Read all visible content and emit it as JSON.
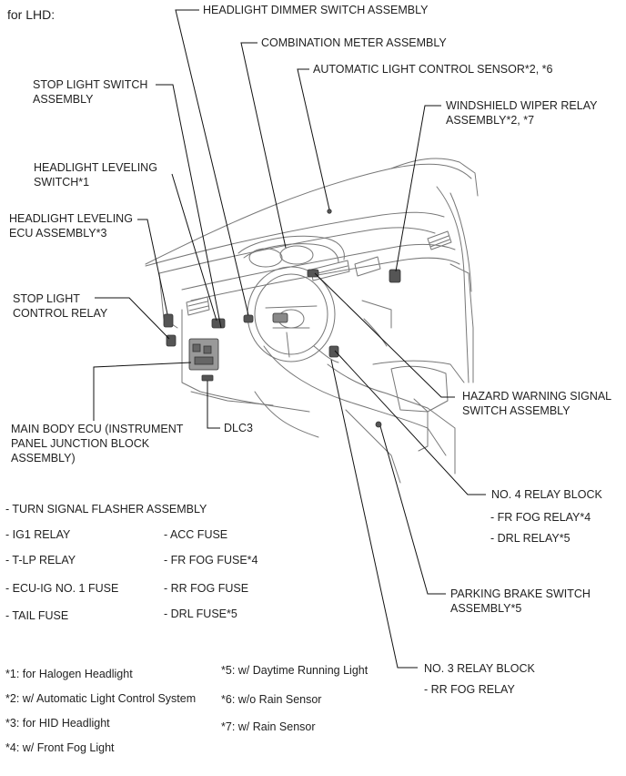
{
  "header": "for LHD:",
  "labels": {
    "headlight_dimmer": "HEADLIGHT DIMMER SWITCH ASSEMBLY",
    "combination_meter": "COMBINATION METER ASSEMBLY",
    "auto_light_sensor": "AUTOMATIC LIGHT CONTROL SENSOR*2, *6",
    "stop_light_switch": "STOP LIGHT SWITCH\nASSEMBLY",
    "windshield_wiper_relay": "WINDSHIELD WIPER RELAY\nASSEMBLY*2, *7",
    "headlight_leveling_switch": "HEADLIGHT LEVELING\nSWITCH*1",
    "headlight_leveling_ecu": "HEADLIGHT LEVELING\nECU ASSEMBLY*3",
    "stop_light_control_relay": "STOP LIGHT\nCONTROL RELAY",
    "hazard_warning": "HAZARD WARNING SIGNAL\nSWITCH ASSEMBLY",
    "main_body_ecu": "MAIN BODY ECU (INSTRUMENT\nPANEL JUNCTION BLOCK\nASSEMBLY)",
    "dlc3": "DLC3",
    "no4_relay_block": "NO. 4 RELAY BLOCK",
    "fr_fog_relay": "- FR FOG RELAY*4",
    "drl_relay": "- DRL RELAY*5",
    "parking_brake": "PARKING BRAKE SWITCH\nASSEMBLY*5",
    "no3_relay_block": "NO. 3 RELAY BLOCK",
    "rr_fog_relay": "- RR FOG RELAY"
  },
  "components_list": {
    "turn_signal": "- TURN SIGNAL FLASHER ASSEMBLY",
    "ig1_relay": "- IG1 RELAY",
    "tlp_relay": "- T-LP RELAY",
    "ecu_ig": "- ECU-IG NO. 1 FUSE",
    "tail_fuse": "- TAIL FUSE",
    "acc_fuse": "- ACC FUSE",
    "fr_fog_fuse": "- FR FOG FUSE*4",
    "rr_fog_fuse": "- RR FOG FUSE",
    "drl_fuse": "- DRL FUSE*5"
  },
  "footnotes": {
    "n1": "*1: for Halogen Headlight",
    "n2": "*2: w/ Automatic Light Control System",
    "n3": "*3: for HID Headlight",
    "n4": "*4: w/ Front Fog Light",
    "n5": "*5: w/ Daytime Running Light",
    "n6": "*6: w/o Rain Sensor",
    "n7": "*7: w/ Rain Sensor"
  }
}
